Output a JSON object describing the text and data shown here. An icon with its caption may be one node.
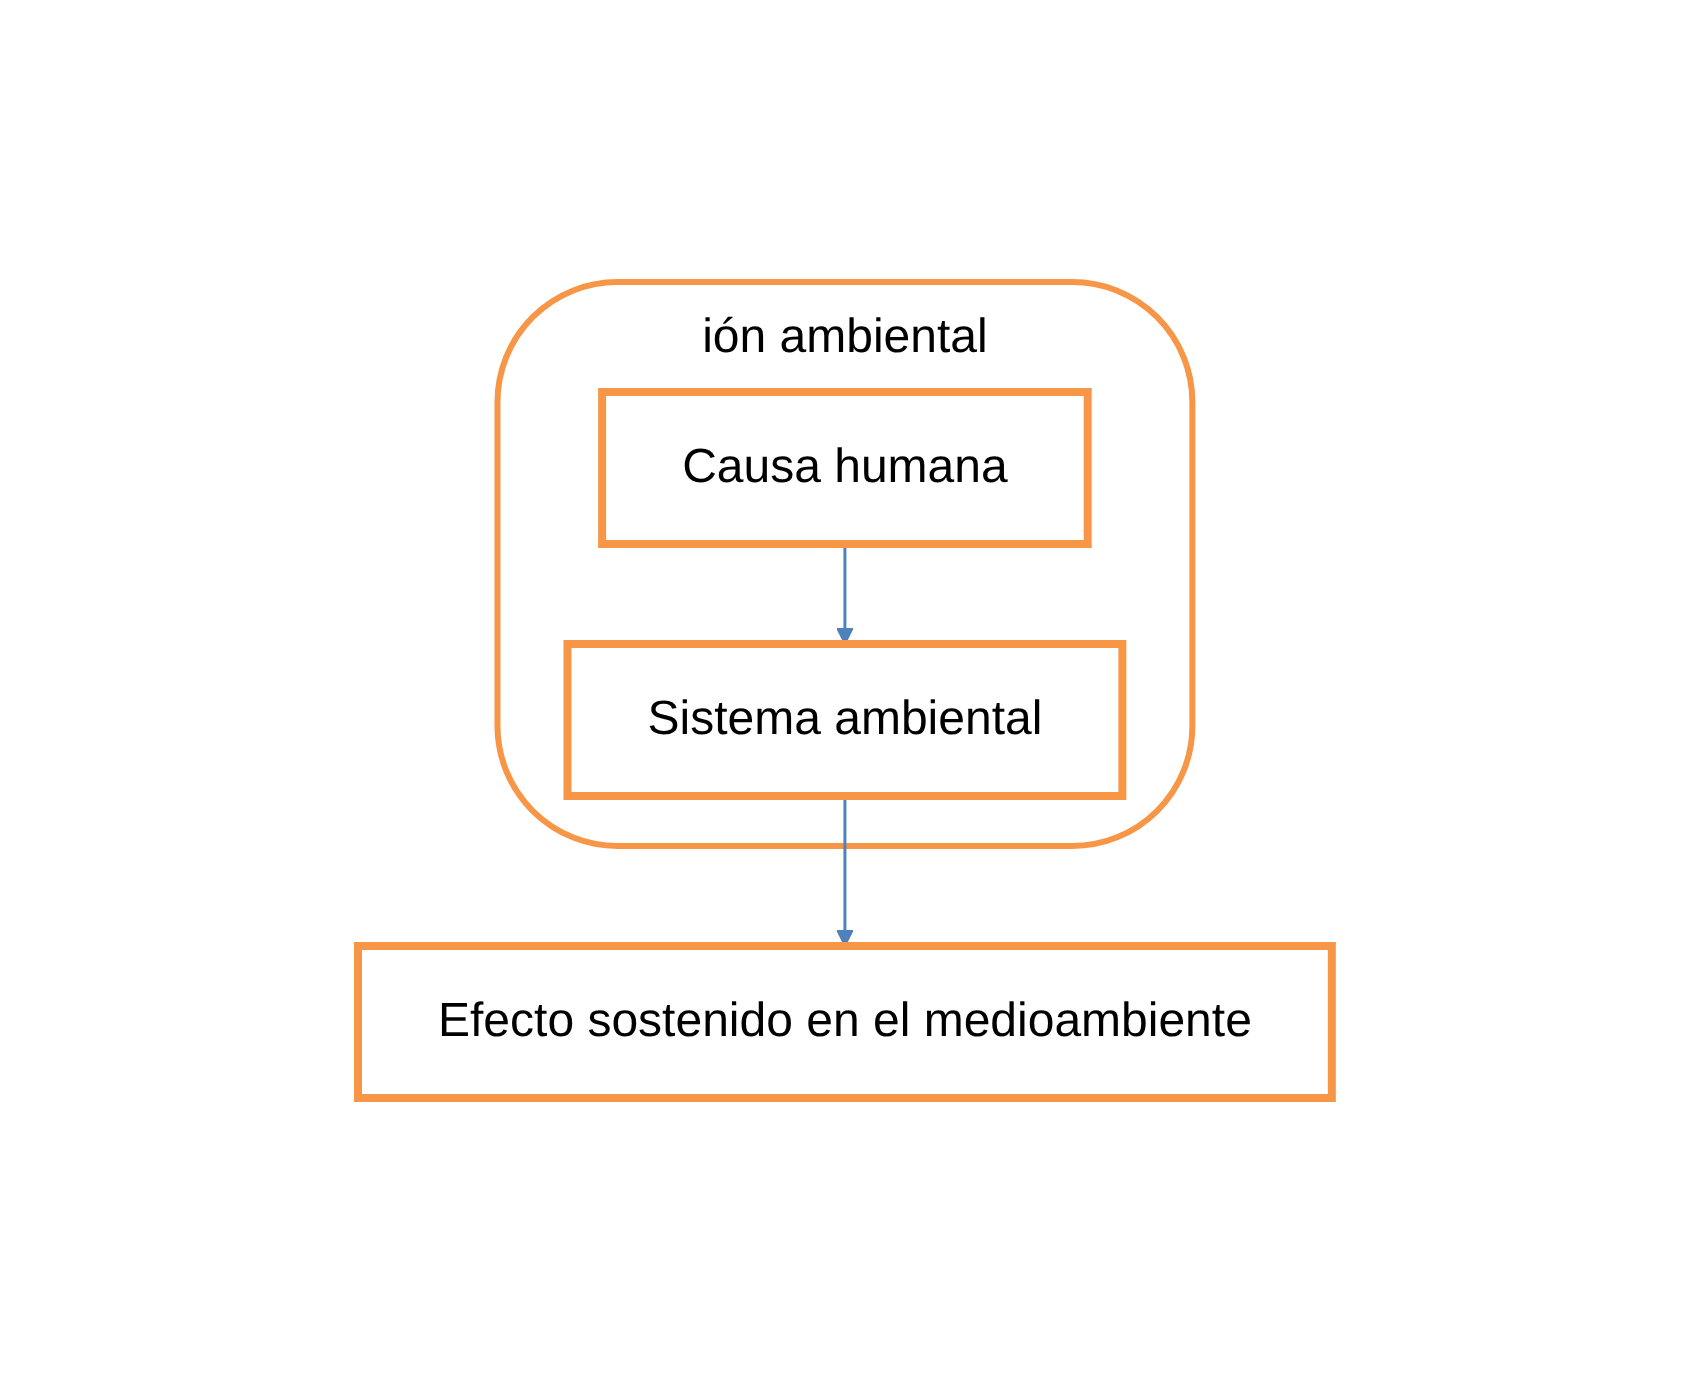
{
  "diagram": {
    "nodes": [
      {
        "text": [
          "ión ambiental"
        ]
      },
      {
        "text": [
          "Causa humana"
        ],
        "in": 0
      },
      {
        "text": [
          "Sistema ambiental"
        ],
        "in": 0
      },
      {
        "text": [
          "Efecto sostenido en el medioambiente"
        ]
      }
    ],
    "edges": [
      {
        "from": 1,
        "to": 2,
        "arrow": "to"
      },
      {
        "from": 2,
        "to": 3,
        "arrow": "to"
      }
    ]
  }
}
